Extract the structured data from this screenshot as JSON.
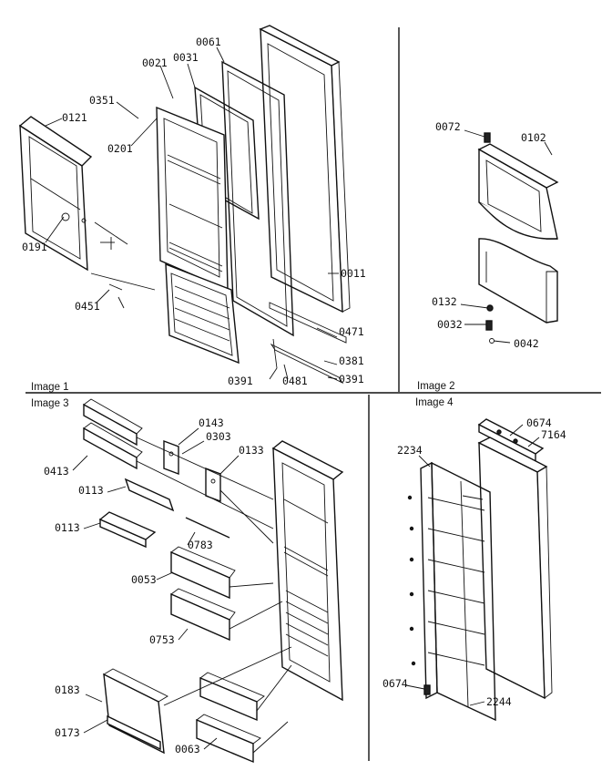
{
  "panels": {
    "p1": "Image 1",
    "p2": "Image 2",
    "p3": "Image 3",
    "p4": "Image 4"
  },
  "parts": {
    "p0061": "0061",
    "p0021": "0021",
    "p0031": "0031",
    "p0351": "0351",
    "p0201": "0201",
    "p0121": "0121",
    "p0191": "0191",
    "p0451": "0451",
    "p0011": "0011",
    "p0471": "0471",
    "p0381": "0381",
    "p0391a": "0391",
    "p0481": "0481",
    "p0391b": "0391",
    "p0072": "0072",
    "p0102": "0102",
    "p0132": "0132",
    "p0032": "0032",
    "p0042": "0042",
    "p0143": "0143",
    "p0303": "0303",
    "p0133": "0133",
    "p0413": "0413",
    "p0113a": "0113",
    "p0113b": "0113",
    "p0783": "0783",
    "p0053": "0053",
    "p0753": "0753",
    "p0183": "0183",
    "p0173": "0173",
    "p0063": "0063",
    "p0674a": "0674",
    "p7164": "7164",
    "p2234": "2234",
    "p0674b": "0674",
    "p2244": "2244"
  }
}
